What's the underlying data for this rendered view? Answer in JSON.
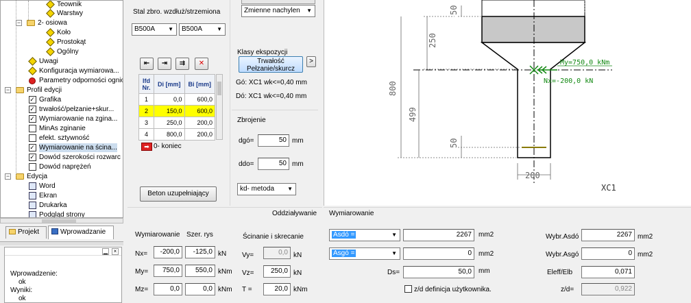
{
  "tree": {
    "items": [
      {
        "label": "Teownik",
        "icon": "diamond-icon",
        "kind": "diamond"
      },
      {
        "label": "Warstwy",
        "icon": "diamond-icon",
        "kind": "diamond"
      },
      {
        "label": "2- osiowa",
        "icon": "folder-icon",
        "kind": "folder"
      },
      {
        "label": "Koło",
        "icon": "diamond-icon",
        "kind": "diamond"
      },
      {
        "label": "Prostokąt",
        "icon": "diamond-icon",
        "kind": "diamond"
      },
      {
        "label": "Ogólny",
        "icon": "diamond-icon",
        "kind": "diamond"
      },
      {
        "label": "Uwagi",
        "icon": "diamond-icon",
        "kind": "diamond"
      },
      {
        "label": "Konfiguracja  wymiarowa...",
        "icon": "diamond-icon",
        "kind": "diamond"
      },
      {
        "label": "Parametry odporności ognio",
        "icon": "red-ball-icon",
        "kind": "red"
      },
      {
        "label": "Profil edycji",
        "icon": "folder-icon",
        "kind": "folder"
      },
      {
        "label": "Grafika",
        "icon": "checkbox-icon",
        "kind": "check",
        "checked": true
      },
      {
        "label": "trwałość/pełzanie+skur...",
        "icon": "checkbox-icon",
        "kind": "check",
        "checked": true
      },
      {
        "label": "Wymiarowanie na zgina...",
        "icon": "checkbox-icon",
        "kind": "check",
        "checked": true
      },
      {
        "label": "MinAs zginanie",
        "icon": "checkbox-icon",
        "kind": "check",
        "checked": false
      },
      {
        "label": "efekt. sztywność",
        "icon": "checkbox-icon",
        "kind": "check",
        "checked": false
      },
      {
        "label": "Wymiarowanie na ścina...",
        "icon": "checkbox-icon",
        "kind": "check",
        "checked": true
      },
      {
        "label": "Dowód szerokości rozwarc",
        "icon": "checkbox-icon",
        "kind": "check",
        "checked": true
      },
      {
        "label": "Dowód naprężeń",
        "icon": "checkbox-icon",
        "kind": "check",
        "checked": false
      },
      {
        "label": "Edycja",
        "icon": "folder-icon",
        "kind": "folder"
      },
      {
        "label": "Word",
        "icon": "word-icon",
        "kind": "doc"
      },
      {
        "label": "Ekran",
        "icon": "screen-icon",
        "kind": "doc"
      },
      {
        "label": "Drukarka",
        "icon": "printer-icon",
        "kind": "doc"
      },
      {
        "label": "Podgląd strony",
        "icon": "preview-icon",
        "kind": "doc"
      }
    ]
  },
  "tabs": {
    "project": "Projekt",
    "input": "Wprowadzanie"
  },
  "log": {
    "lines": [
      "Wprowadzenie:",
      "ok",
      "Wyniki:",
      "ok"
    ]
  },
  "steel": {
    "label": "Stal zbro. wzdłuż/strzemiona",
    "long": "B500A",
    "stirrup": "B500A"
  },
  "shape_select": {
    "value": "Zmienne nachylen"
  },
  "layers_table": {
    "headers": [
      "lfd Nr.",
      "Di [mm]",
      "Bi [mm]"
    ],
    "rows": [
      [
        "1",
        "0,0",
        "600,0"
      ],
      [
        "2",
        "150,0",
        "600,0"
      ],
      [
        "3",
        "250,0",
        "200,0"
      ],
      [
        "4",
        "800,0",
        "200,0"
      ]
    ],
    "end_label": "0- koniec"
  },
  "exposure": {
    "label": "Klasy ekspozycji",
    "button": "Trwałość\nPełzanie/skurcz",
    "arrow": ">",
    "top": "Gó: XC1 wk<=0,40 mm",
    "bottom": "Dó: XC1 wk<=0,40 mm"
  },
  "reinforcement": {
    "label": "Zbrojenie",
    "dgo_label": "dgó=",
    "dgo": "50",
    "ddo_label": "ddo=",
    "ddo": "50",
    "unit": "mm",
    "method": "kd- metoda"
  },
  "concrete_btn": "Beton uzupełniający",
  "drawing": {
    "dims": {
      "d50_top": "50",
      "d250": "250",
      "d800": "800",
      "d499": "499",
      "d50_bot": "50",
      "d200": "200"
    },
    "my": "My=750,0 kNm",
    "nx": "Nx=-200,0 kN",
    "exposure": "XC1"
  },
  "actions": {
    "title": "Oddziaływanie",
    "col1": "Wymiarowanie",
    "col2": "Szer. rys",
    "shear_title": "Ścinanie i skrecanie",
    "nx_label": "Nx=",
    "nx1": "-200,0",
    "nx2": "-125,0",
    "nx_unit": "kN",
    "my_label": "My=",
    "my1": "750,0",
    "my2": "550,0",
    "my_unit": "kNm",
    "mz_label": "Mz=",
    "mz1": "0,0",
    "mz2": "0,0",
    "mz_unit": "kNm",
    "vy_label": "Vy=",
    "vy": "0,0",
    "vy_unit": "kN",
    "vz_label": "Vz=",
    "vz": "250,0",
    "vz_unit": "kN",
    "t_label": "T =",
    "t": "20,0",
    "t_unit": "kNm"
  },
  "design": {
    "title": "Wymiarowanie",
    "asdo_label": "Asdó =",
    "asdo": "2267",
    "unit_mm2": "mm2",
    "asgo_label": "Asgó =",
    "asgo": "0",
    "ds_label": "Ds=",
    "ds": "50,0",
    "ds_unit": "mm",
    "user_def": "z/d definicja użytkownika.",
    "wybr_asdo_label": "Wybr.Asdó",
    "wybr_asdo": "2267",
    "wybr_asgo_label": "Wybr.Asgó",
    "wybr_asgo": "0",
    "eleff_label": "Eleff/Elb",
    "eleff": "0,071",
    "zd_label": "z/d=",
    "zd": "0,922"
  }
}
